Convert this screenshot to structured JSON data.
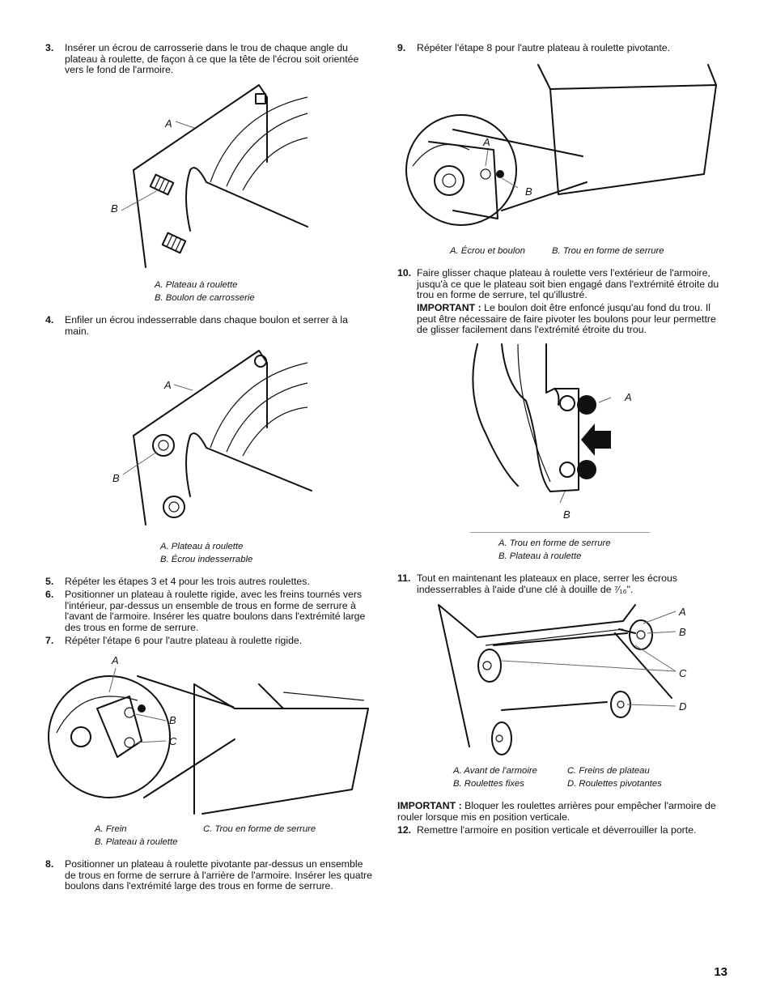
{
  "left": {
    "step3": {
      "num": "3.",
      "text": "Insérer un écrou de carrosserie dans le trou de chaque angle du plateau à roulette, de façon à ce que la tête de l'écrou soit orientée vers le fond de l'armoire."
    },
    "fig1": {
      "label_a": "A",
      "label_b": "B",
      "cap1": "A. Plateau à roulette",
      "cap2": "B. Boulon de carrosserie"
    },
    "step4": {
      "num": "4.",
      "text": "Enfiler un écrou indesserrable dans chaque boulon et serrer à la main."
    },
    "fig2": {
      "label_a": "A",
      "label_b": "B",
      "cap1": "A. Plateau à roulette",
      "cap2": "B. Écrou indesserrable"
    },
    "step5": {
      "num": "5.",
      "text": "Répéter les étapes 3 et 4 pour les trois autres roulettes."
    },
    "step6": {
      "num": "6.",
      "text": "Positionner un plateau à roulette rigide, avec les freins tournés vers l'intérieur, par-dessus un ensemble de trous en forme de serrure à l'avant de l'armoire. Insérer les quatre boulons dans l'extrémité large des trous en forme de serrure."
    },
    "step7": {
      "num": "7.",
      "text": "Répéter l'étape 6 pour l'autre plateau à roulette rigide."
    },
    "fig3": {
      "label_a": "A",
      "label_b": "B",
      "label_c": "C",
      "cap1": "A. Frein",
      "cap2": "B. Plateau à roulette",
      "cap3": "C. Trou en forme de serrure"
    },
    "step8": {
      "num": "8.",
      "text": "Positionner un plateau à roulette pivotante par-dessus un ensemble de trous en forme de serrure à l'arrière de l'armoire. Insérer les quatre boulons dans l'extrémité large des trous en forme de serrure."
    }
  },
  "right": {
    "step9": {
      "num": "9.",
      "text": "Répéter l'étape 8 pour l'autre plateau à roulette pivotante."
    },
    "fig4": {
      "label_a": "A",
      "label_b": "B",
      "cap1": "A. Écrou et boulon",
      "cap2": "B. Trou en forme de serrure"
    },
    "step10": {
      "num": "10.",
      "text": "Faire glisser chaque plateau à roulette vers l'extérieur de l'armoire, jusqu'à ce que le plateau soit bien engagé dans l'extrémité étroite du trou en forme de serrure, tel qu'illustré."
    },
    "important1": {
      "label": "IMPORTANT :",
      "text": "Le boulon doit être enfoncé jusqu'au fond du trou. Il peut être nécessaire de faire pivoter les boulons pour leur permettre de glisser facilement dans l'extrémité étroite du trou."
    },
    "fig5": {
      "label_a": "A",
      "label_b": "B",
      "cap1": "A. Trou en forme de serrure",
      "cap2": "B. Plateau à roulette"
    },
    "step11": {
      "num": "11.",
      "text_before": "Tout en maintenant les plateaux en place, serrer les écrous indesserrables à l'aide d'une clé à douille de ",
      "fraction": "⁷⁄₁₆",
      "text_after": "\"."
    },
    "fig6": {
      "label_a": "A",
      "label_b": "B",
      "label_c": "C",
      "label_d": "D",
      "cap1": "A. Avant de l'armoire",
      "cap2": "B. Roulettes fixes",
      "cap3": "C. Freins de plateau",
      "cap4": "D. Roulettes pivotantes"
    },
    "important2": {
      "label": "IMPORTANT :",
      "text": "Bloquer les roulettes arrières pour empêcher l'armoire de rouler lorsque mis en position verticale."
    },
    "step12": {
      "num": "12.",
      "text": "Remettre l'armoire en position verticale et déverrouiller la porte."
    }
  },
  "page_number": "13"
}
